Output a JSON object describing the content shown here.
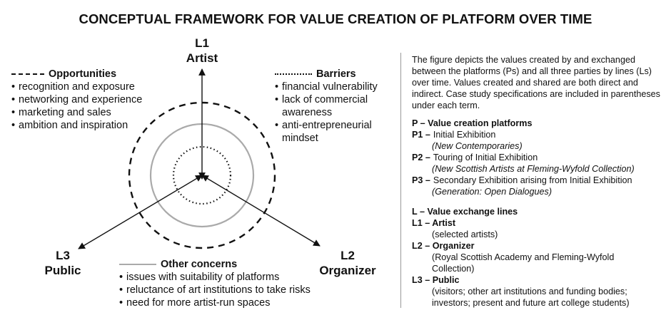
{
  "title": "CONCEPTUAL FRAMEWORK FOR VALUE CREATION OF PLATFORM OVER TIME",
  "axes": {
    "l1": {
      "code": "L1",
      "name": "Artist"
    },
    "l2": {
      "code": "L2",
      "name": "Organizer"
    },
    "l3": {
      "code": "L3",
      "name": "Public"
    }
  },
  "opportunities": {
    "heading": "Opportunities",
    "items": [
      "recognition and exposure",
      "networking and experience",
      "marketing and sales",
      "ambition and inspiration"
    ]
  },
  "barriers": {
    "heading": "Barriers",
    "items": [
      "financial vulnerability",
      "lack of commercial",
      "awareness",
      "anti-entrepreneurial",
      "mindset"
    ]
  },
  "other_concerns": {
    "heading": "Other concerns",
    "items": [
      "issues with suitability of platforms",
      "reluctance of art institutions to take risks",
      "need for more artist-run spaces"
    ]
  },
  "legend": {
    "intro": "The figure depicts the values created by and exchanged between the platforms (Ps) and all three parties by lines (Ls) over time. Values created and shared are both direct and indirect. Case study specifications are included in parentheses under each term.",
    "platforms_heading": "P – Value creation platforms",
    "platforms": [
      {
        "code": "P1 –",
        "name": "Initial Exhibition",
        "detail": "(New Contemporaries)"
      },
      {
        "code": "P2 –",
        "name": "Touring of Initial Exhibition",
        "detail": "(New Scottish Artists at Fleming-Wyfold Collection)"
      },
      {
        "code": "P3 –",
        "name": "Secondary Exhibition arising from Initial Exhibition",
        "detail": "(Generation: Open Dialogues)"
      }
    ],
    "lines_heading": "L – Value exchange lines",
    "lines": [
      {
        "code": "L1 – Artist",
        "detail": [
          "(selected artists)"
        ]
      },
      {
        "code": "L2 – Organizer",
        "detail": [
          "(Royal Scottish Academy and Fleming-Wyfold",
          "Collection)"
        ]
      },
      {
        "code": "L3 – Public",
        "detail": [
          "(visitors; other art institutions and funding bodies;",
          "investors; present and future art college students)"
        ]
      }
    ]
  },
  "colors": {
    "ink": "#111111",
    "solid_circle": "#aaaaaa"
  }
}
